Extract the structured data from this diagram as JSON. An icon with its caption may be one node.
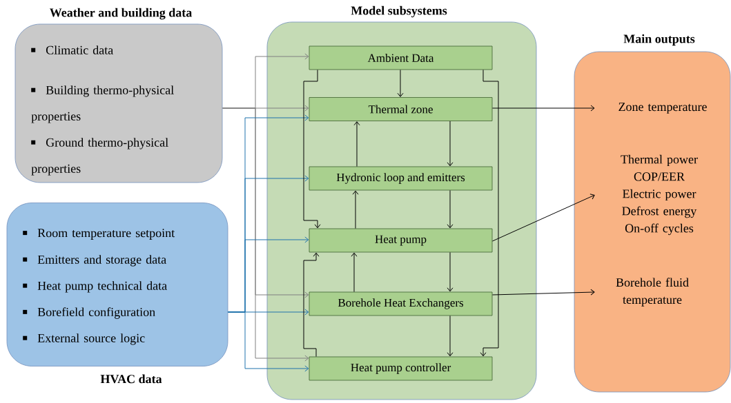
{
  "diagram": {
    "nodes": [
      {
        "text": [
          "Weather and building data",
          "Climatic data",
          "Building thermo-physical properties",
          "Ground thermo-physical properties"
        ]
      },
      {
        "text": [
          "Room temperature setpoint",
          "Emitters and storage data",
          "Heat pump technical data",
          "Borefield configuration",
          "External source logic",
          "HVAC data"
        ]
      },
      {
        "text": [
          "Model subsystems"
        ]
      },
      {
        "text": [
          "Ambient Data"
        ],
        "in": 2
      },
      {
        "text": [
          "Thermal zone"
        ],
        "in": 2
      },
      {
        "text": [
          "Hydronic loop and emitters"
        ],
        "in": 2
      },
      {
        "text": [
          "Heat pump"
        ],
        "in": 2
      },
      {
        "text": [
          "Borehole Heat Exchangers"
        ],
        "in": 2
      },
      {
        "text": [
          "Heat pump controller"
        ],
        "in": 2
      },
      {
        "text": [
          "Main outputs"
        ]
      },
      {
        "text": [
          "Zone temperature"
        ],
        "in": 9
      },
      {
        "text": [
          "Thermal power",
          "COP/EER",
          "Electric power",
          "Defrost energy",
          "On-off cycles"
        ],
        "in": 9
      },
      {
        "text": [
          "Borehole fluid temperature"
        ],
        "in": 9
      }
    ],
    "edges": [
      {
        "from": 0,
        "to": 3,
        "arrow": "to",
        "color": "#808080"
      },
      {
        "from": 0,
        "to": 4,
        "arrow": "to",
        "color": "#808080"
      },
      {
        "from": 0,
        "to": 7,
        "arrow": "to",
        "color": "#808080"
      },
      {
        "from": 0,
        "to": 8,
        "arrow": "to",
        "color": "#808080"
      },
      {
        "from": 1,
        "to": 4,
        "arrow": "to",
        "color": "#1f72ad"
      },
      {
        "from": 1,
        "to": 5,
        "arrow": "to",
        "color": "#1f72ad"
      },
      {
        "from": 1,
        "to": 6,
        "arrow": "to",
        "color": "#1f72ad"
      },
      {
        "from": 1,
        "to": 7,
        "arrow": "to",
        "color": "#1f72ad"
      },
      {
        "from": 1,
        "to": 8,
        "arrow": "to",
        "color": "#1f72ad"
      },
      {
        "from": 3,
        "to": 4,
        "arrow": "to"
      },
      {
        "from": 3,
        "to": 6,
        "arrow": "to"
      },
      {
        "from": 3,
        "to": 8,
        "arrow": "to"
      },
      {
        "from": 5,
        "to": 4,
        "arrow": "to"
      },
      {
        "from": 4,
        "to": 5,
        "arrow": "to"
      },
      {
        "from": 6,
        "to": 5,
        "arrow": "to"
      },
      {
        "from": 5,
        "to": 6,
        "arrow": "to"
      },
      {
        "from": 7,
        "to": 6,
        "arrow": "to"
      },
      {
        "from": 6,
        "to": 7,
        "arrow": "to"
      },
      {
        "from": 8,
        "to": 6,
        "arrow": "to"
      },
      {
        "from": 7,
        "to": 8,
        "arrow": "to"
      },
      {
        "from": 4,
        "to": 10,
        "arrow": "to"
      },
      {
        "from": 6,
        "to": 11,
        "arrow": "to"
      },
      {
        "from": 7,
        "to": 12,
        "arrow": "to"
      }
    ]
  }
}
